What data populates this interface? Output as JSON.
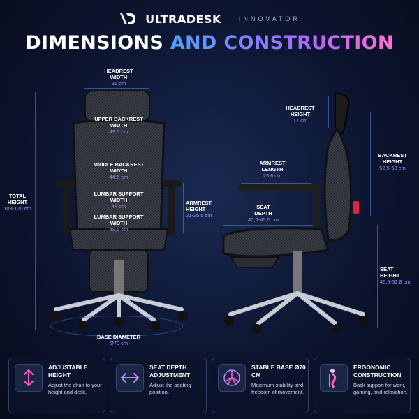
{
  "brand": {
    "name": "ULTRADESK",
    "subtitle": "INNOVATOR",
    "logo_icon": "ultradesk-logo-icon"
  },
  "title": {
    "part1": "DIMENSIONS",
    "part2": "AND CONSTRUCTION"
  },
  "front_view": {
    "headrest": {
      "label_line1": "HEADREST",
      "label_line2": "WIDTH",
      "value": "36 cm"
    },
    "upper_backrest": {
      "label_line1": "UPPER BACKREST",
      "label_line2": "WIDTH",
      "value": "49,5 cm"
    },
    "middle_backrest": {
      "label_line1": "MIDDLE BACKREST",
      "label_line2": "WIDTH",
      "value": "44,5 cm"
    },
    "lumbar_support_1": {
      "label_line1": "LUMBAR SUPPORT",
      "label_line2": "WIDTH",
      "value": "44 cm"
    },
    "lumbar_support_2": {
      "label_line1": "LUMBAR SUPPORT",
      "label_line2": "WIDTH",
      "value": "48,5 cm"
    },
    "total_height": {
      "label_line1": "TOTAL",
      "label_line2": "HEIGHT",
      "value": "109-120 cm"
    },
    "armrest_height": {
      "label_line1": "ARMREST",
      "label_line2": "HEIGHT",
      "value": "21-25,5 cm"
    },
    "base_diameter": {
      "label": "BASE DIAMETER",
      "value": "Ø70 cm"
    }
  },
  "side_view": {
    "headrest_height": {
      "label_line1": "HEADREST",
      "label_line2": "HEIGHT",
      "value": "17 cm"
    },
    "armrest_length": {
      "label_line1": "ARMREST",
      "label_line2": "LENGTH",
      "value": "25,6 cm"
    },
    "backrest_height": {
      "label_line1": "BACKREST",
      "label_line2": "HEIGHT",
      "value": "52,5-58 cm"
    },
    "seat_depth": {
      "label_line1": "SEAT",
      "label_line2": "DEPTH",
      "value": "40,5-45,5 cm"
    },
    "seat_height": {
      "label_line1": "SEAT",
      "label_line2": "HEIGHT",
      "value": "45.5-52.8 cm"
    }
  },
  "features": [
    {
      "icon": "height-adjust-icon",
      "title": "ADJUSTABLE HEIGHT",
      "text": "Adjust the chair to your height and desk."
    },
    {
      "icon": "seat-depth-icon",
      "title": "SEAT DEPTH ADJUSTMENT",
      "text": "Adjust the seating position."
    },
    {
      "icon": "stable-base-icon",
      "title": "STABLE BASE Ø70 CM",
      "text": "Maximum stability and freedom of movement."
    },
    {
      "icon": "spine-icon",
      "title": "ERGONOMIC CONSTRUCTION",
      "text": "Back support for work, gaming, and relaxation."
    }
  ],
  "colors": {
    "accent_purple": "#a98bff",
    "accent_blue": "#4aa3ff",
    "accent_pink": "#ff6fd0",
    "background": "#0c1530"
  }
}
